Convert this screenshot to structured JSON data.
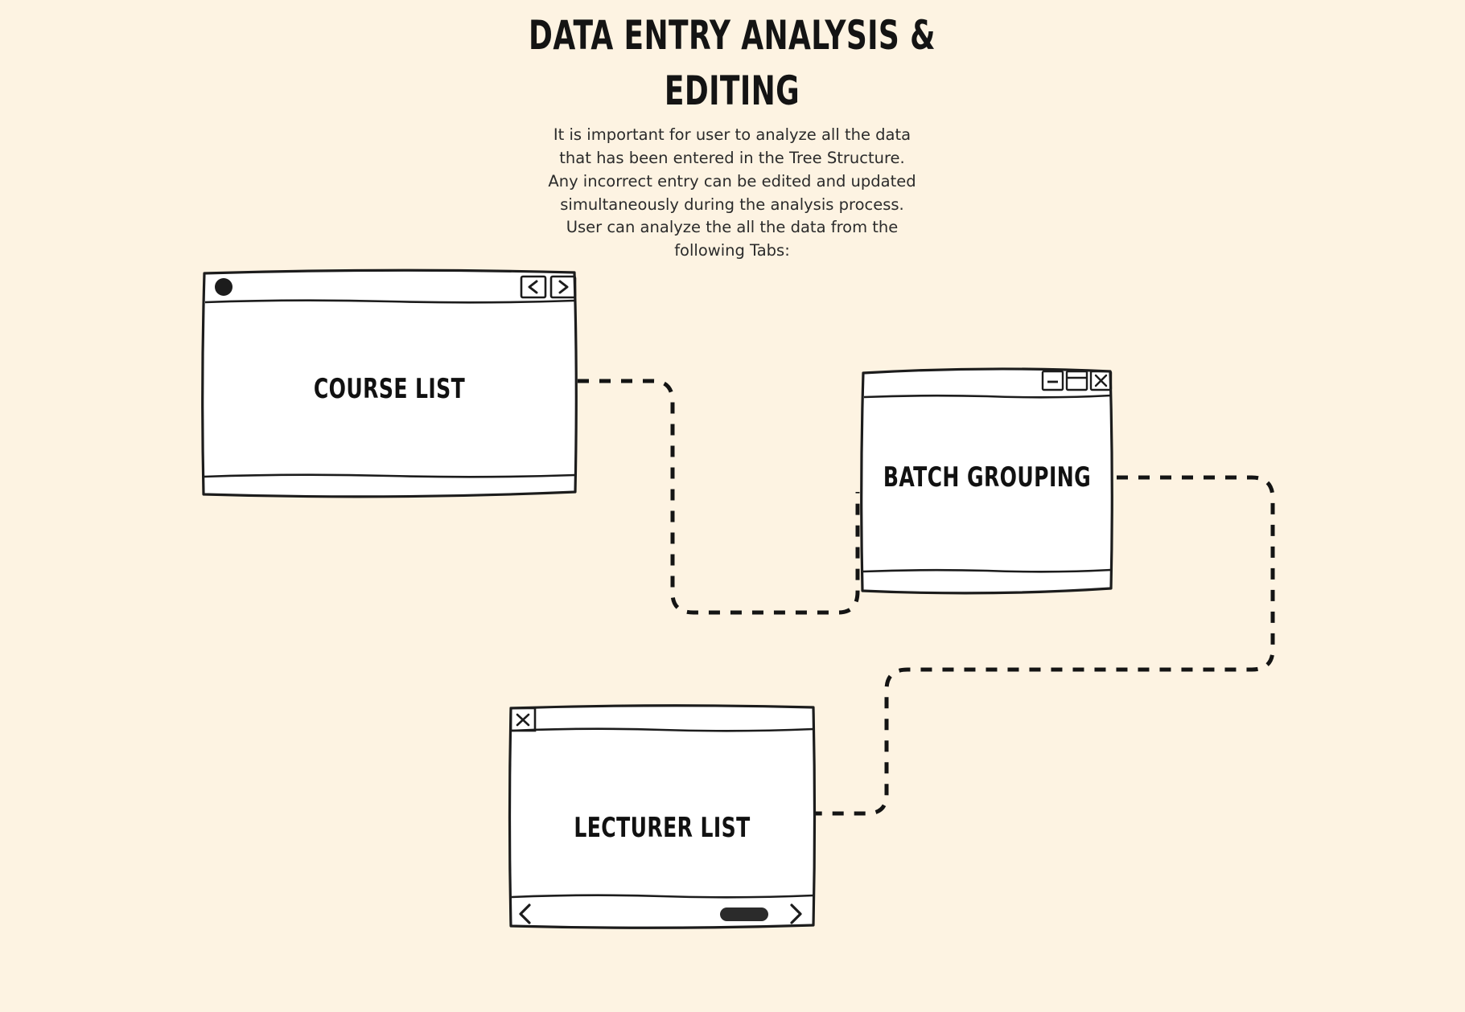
{
  "page": {
    "background_color": "#FDF3E2",
    "ink_color": "#141414"
  },
  "header": {
    "title": "DATA ENTRY ANALYSIS &\nEDITING",
    "title_line1": "DATA ENTRY ANALYSIS &",
    "title_line2": "EDITING",
    "body": "It is important for user to analyze all the data that has been entered in the Tree Structure. Any incorrect entry can be edited and updated simultaneously during the analysis process. User can analyze the all the data from the following Tabs:"
  },
  "diagram": {
    "type": "flow",
    "nodes": [
      {
        "id": "course-list",
        "label": "COURSE LIST",
        "style": "browser-window",
        "titlebar_controls": [
          "dot",
          "back-chevron",
          "forward-chevron"
        ]
      },
      {
        "id": "batch-grouping",
        "label": "BATCH GROUPING",
        "style": "app-window",
        "titlebar_controls": [
          "minimize",
          "maximize",
          "close"
        ]
      },
      {
        "id": "lecturer-list",
        "label": "LECTURER LIST",
        "style": "tabbed-window",
        "titlebar_controls": [
          "close-tab"
        ],
        "footer_controls": [
          "scroll-left",
          "scroll-thumb",
          "scroll-right"
        ]
      }
    ],
    "edges": [
      {
        "from": "course-list",
        "to": "batch-grouping",
        "style": "dashed"
      },
      {
        "from": "batch-grouping",
        "to": "lecturer-list",
        "style": "dashed"
      }
    ]
  }
}
